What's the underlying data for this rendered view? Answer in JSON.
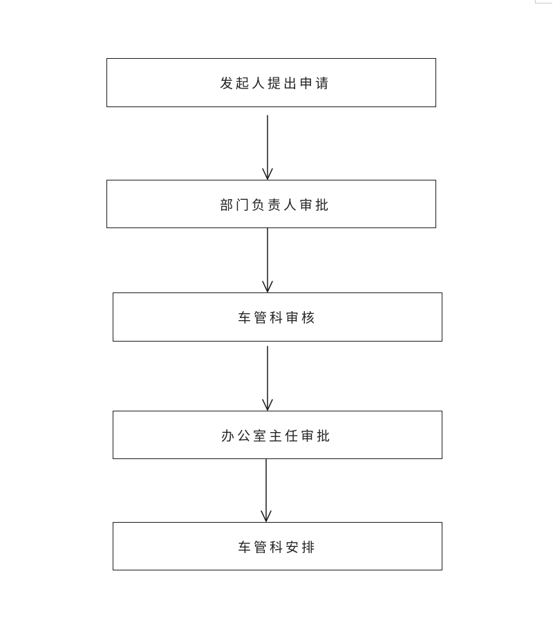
{
  "flowchart": {
    "steps": [
      {
        "label": "发起人提出申请"
      },
      {
        "label": "部门负责人审批"
      },
      {
        "label": "车管科审核"
      },
      {
        "label": "办公室主任审批"
      },
      {
        "label": "车管科安排"
      }
    ],
    "colors": {
      "line": "#1a1a1a",
      "text": "#222222",
      "background": "#ffffff"
    }
  }
}
